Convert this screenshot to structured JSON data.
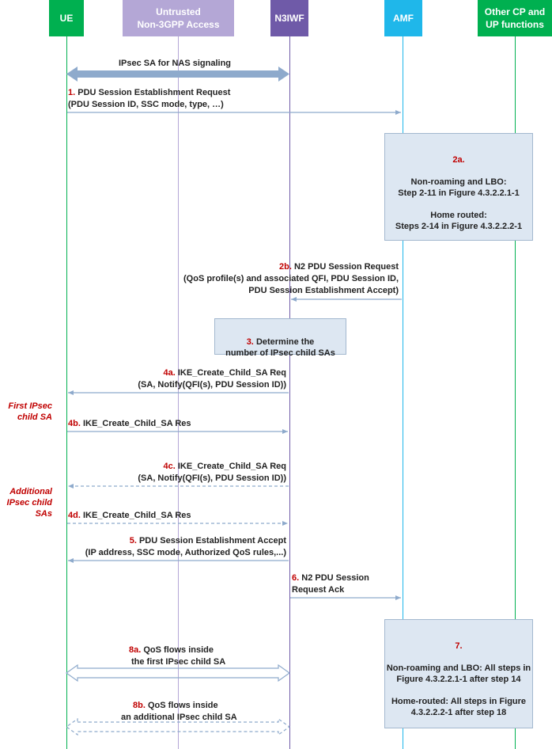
{
  "entities": {
    "ue": "UE",
    "access": "Untrusted\nNon-3GPP Access",
    "n3iwf": "N3IWF",
    "amf": "AMF",
    "other": "Other CP and\nUP functions"
  },
  "colors": {
    "ue": "#00b050",
    "access": "#b4a7d6",
    "n3iwf": "#6f5aa8",
    "amf": "#1fb7ea",
    "other": "#00b050",
    "arrow": "#8eaacc",
    "step_number": "#c00000"
  },
  "ipsec_nas": "IPsec SA for NAS signaling",
  "steps": {
    "s1": {
      "num": "1.",
      "text": "PDU Session Establishment Request",
      "text2": "(PDU Session ID, SSC mode, type, …)"
    },
    "s2a": {
      "num": "2a.",
      "text": "Non-roaming and LBO:\nStep 2-11 in Figure 4.3.2.2.1-1\n\nHome routed:\nSteps 2-14 in Figure 4.3.2.2.2-1"
    },
    "s2b": {
      "num": "2b.",
      "text": "N2 PDU Session Request",
      "text2": "(QoS profile(s) and associated QFI, PDU Session ID,",
      "text3": "PDU Session Establishment Accept)"
    },
    "s3": {
      "num": "3.",
      "text": "Determine the",
      "text2": "number of IPsec child SAs"
    },
    "s4a": {
      "num": "4a.",
      "text": "IKE_Create_Child_SA Req",
      "text2": "(SA, Notify(QFI(s), PDU Session ID))"
    },
    "s4b": {
      "num": "4b.",
      "text": "IKE_Create_Child_SA Res"
    },
    "s4c": {
      "num": "4c.",
      "text": "IKE_Create_Child_SA Req",
      "text2": "(SA, Notify(QFI(s), PDU Session ID))"
    },
    "s4d": {
      "num": "4d.",
      "text": "IKE_Create_Child_SA Res"
    },
    "s5": {
      "num": "5.",
      "text": "PDU Session Establishment Accept",
      "text2": "(IP address, SSC mode, Authorized QoS rules,...)"
    },
    "s6": {
      "num": "6.",
      "text": "N2 PDU Session",
      "text2": "Request Ack"
    },
    "s7": {
      "num": "7.",
      "text": "Non-roaming and LBO: All steps in\nFigure 4.3.2.2.1-1 after step 14\n\nHome-routed: All steps in Figure\n4.3.2.2.2-1 after step 18"
    },
    "s8a": {
      "num": "8a.",
      "text": "QoS flows inside",
      "text2": "the first IPsec child SA"
    },
    "s8b": {
      "num": "8b.",
      "text": "QoS flows inside",
      "text2": "an additional IPsec child SA"
    }
  },
  "side_labels": {
    "first": "First IPsec\nchild SA",
    "additional": "Additional\nIPsec child\nSAs"
  }
}
